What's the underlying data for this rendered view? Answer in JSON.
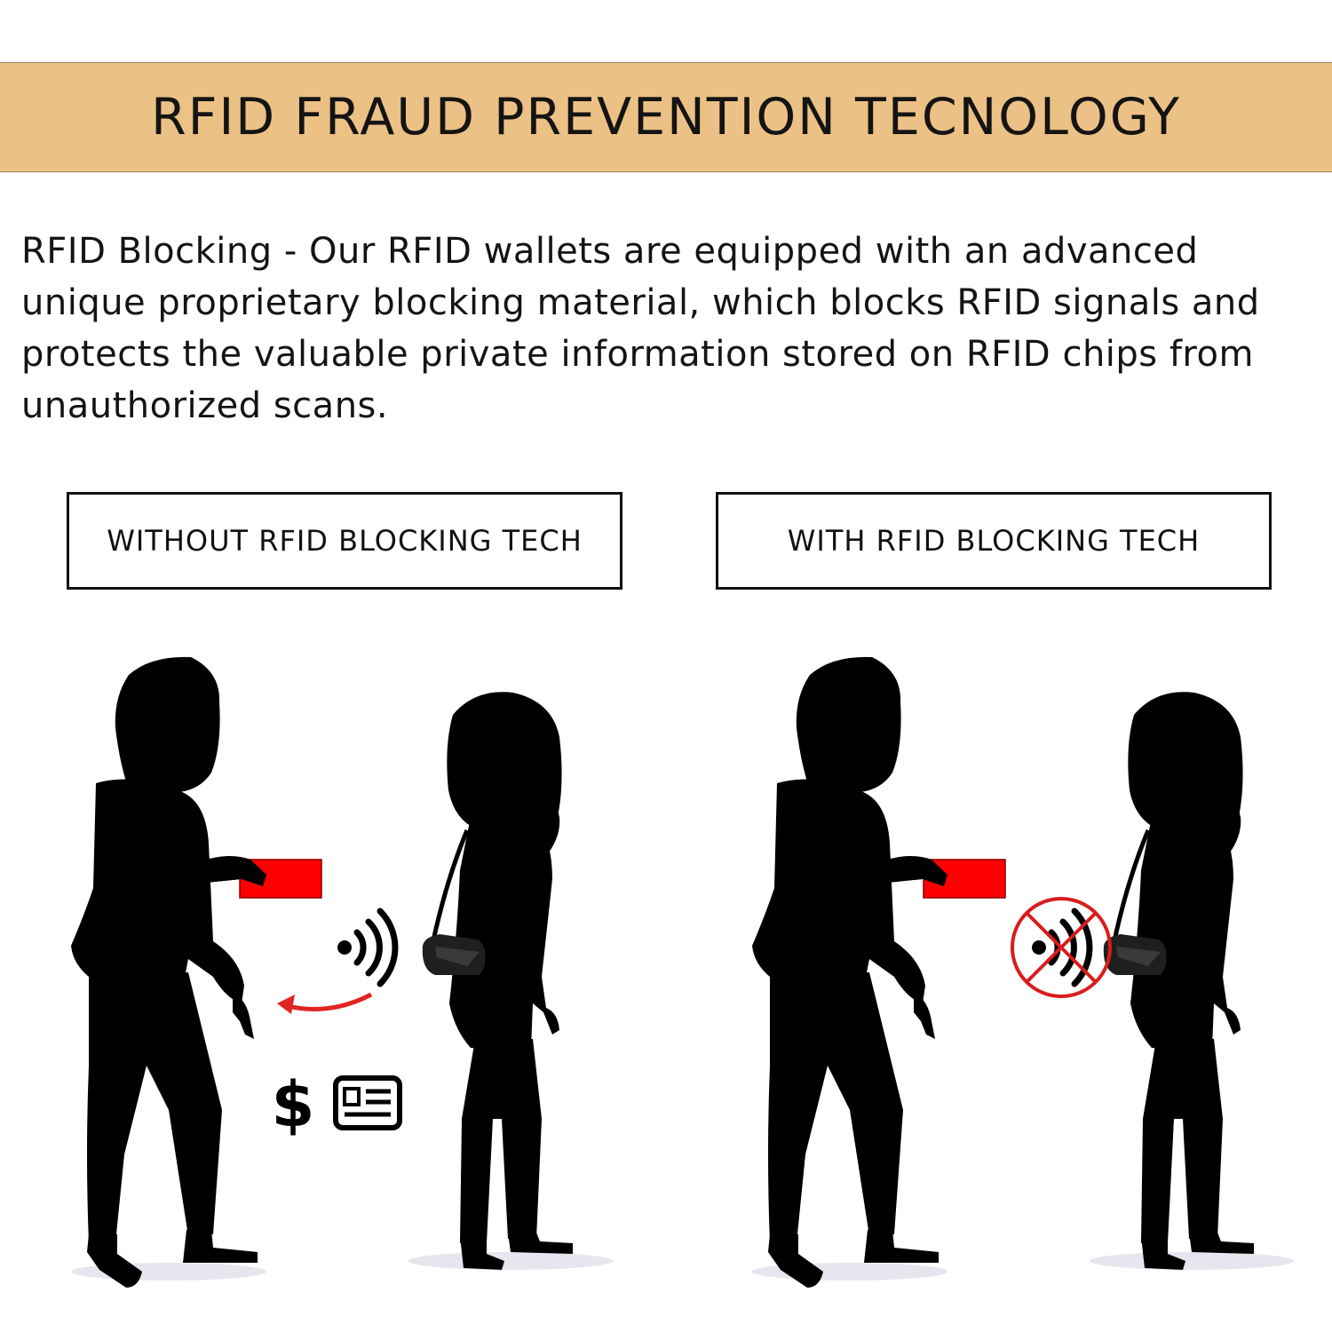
{
  "header": {
    "title": "RFID FRAUD PREVENTION TECNOLOGY"
  },
  "description": "RFID Blocking - Our RFID wallets are equipped with an advanced unique proprietary blocking material, which blocks RFID signals and protects the valuable private information stored on RFID chips from unauthorized scans.",
  "comparison": {
    "left_label": "WITHOUT RFID BLOCKING TECH",
    "right_label": "WITH RFID BLOCKING TECH"
  },
  "illustration": {
    "left_icons": [
      "rfid-signal-icon",
      "red-arrow-icon",
      "dollar-icon",
      "id-card-icon"
    ],
    "dollar_symbol": "$",
    "right_icons": [
      "blocked-signal-icon"
    ]
  },
  "colors": {
    "banner": "#ecc185",
    "silhouette": "#000000",
    "card": "#ff0000",
    "block": "#d91c1c",
    "arrow": "#e0241f"
  }
}
